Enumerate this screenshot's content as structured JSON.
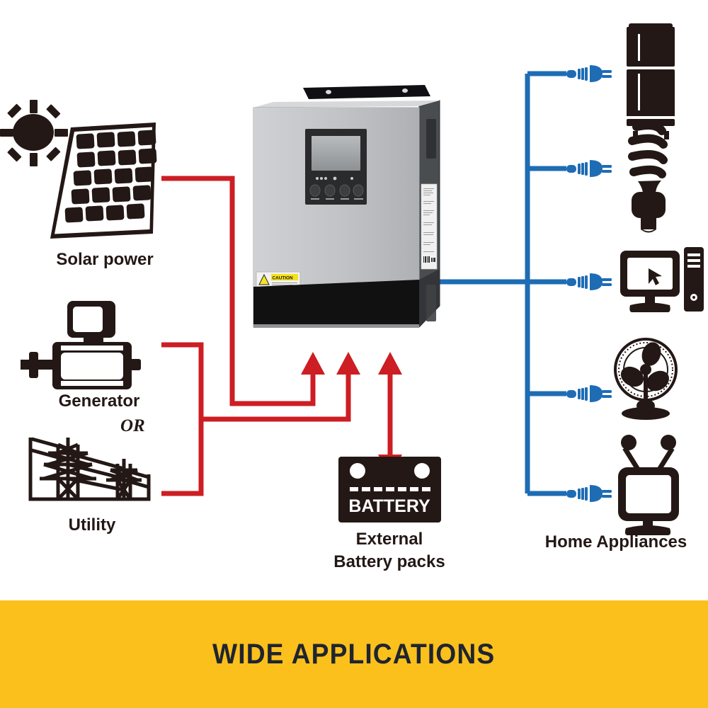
{
  "banner": {
    "text": "WIDE APPLICATIONS",
    "bg_color": "#FBC01C",
    "text_color": "#1f2430"
  },
  "colors": {
    "dc_wire_red": "#CC1E23",
    "ac_wire_blue": "#1E6CB4",
    "icon_black": "#231815",
    "inverter_body_gray": "#BFC1C3",
    "inverter_dark_panel": "#121212",
    "caution_yellow": "#F5E11A",
    "background": "#FFFFFF"
  },
  "sources": [
    {
      "id": "solar",
      "label": "Solar power",
      "icon": "solar-panel-with-sun-icon",
      "wire_color": "#CC1E23"
    },
    {
      "id": "generator",
      "label": "Generator",
      "icon": "generator-engine-icon",
      "wire_color": "#CC1E23"
    },
    {
      "id": "utility",
      "label": "Utility",
      "icon": "power-transmission-tower-icon",
      "wire_color": "#CC1E23"
    }
  ],
  "connector": {
    "or_label": "OR"
  },
  "inverter": {
    "name": "solar-hybrid-inverter",
    "display_label": "",
    "caution_label": {
      "title": "CAUTION",
      "symbol": "warning-triangle-icon"
    },
    "led_indicators": 3,
    "buttons": 4
  },
  "battery": {
    "badge_text": "BATTERY",
    "label_line1": "External",
    "label_line2": "Battery packs",
    "icon": "battery-pack-icon",
    "wire_color": "#CC1E23",
    "bidirectional": true
  },
  "loads": {
    "group_label": "Home Appliances",
    "wire_color": "#1E6CB4",
    "items": [
      {
        "id": "refrigerator",
        "icon": "refrigerator-icon",
        "plug": "power-plug-icon"
      },
      {
        "id": "cfl-bulb",
        "icon": "cfl-light-bulb-icon",
        "plug": "power-plug-icon"
      },
      {
        "id": "computer",
        "icon": "desktop-computer-icon",
        "plug": "power-plug-icon"
      },
      {
        "id": "fan",
        "icon": "electric-fan-icon",
        "plug": "power-plug-icon"
      },
      {
        "id": "television",
        "icon": "crt-television-icon",
        "plug": "power-plug-icon"
      }
    ]
  }
}
